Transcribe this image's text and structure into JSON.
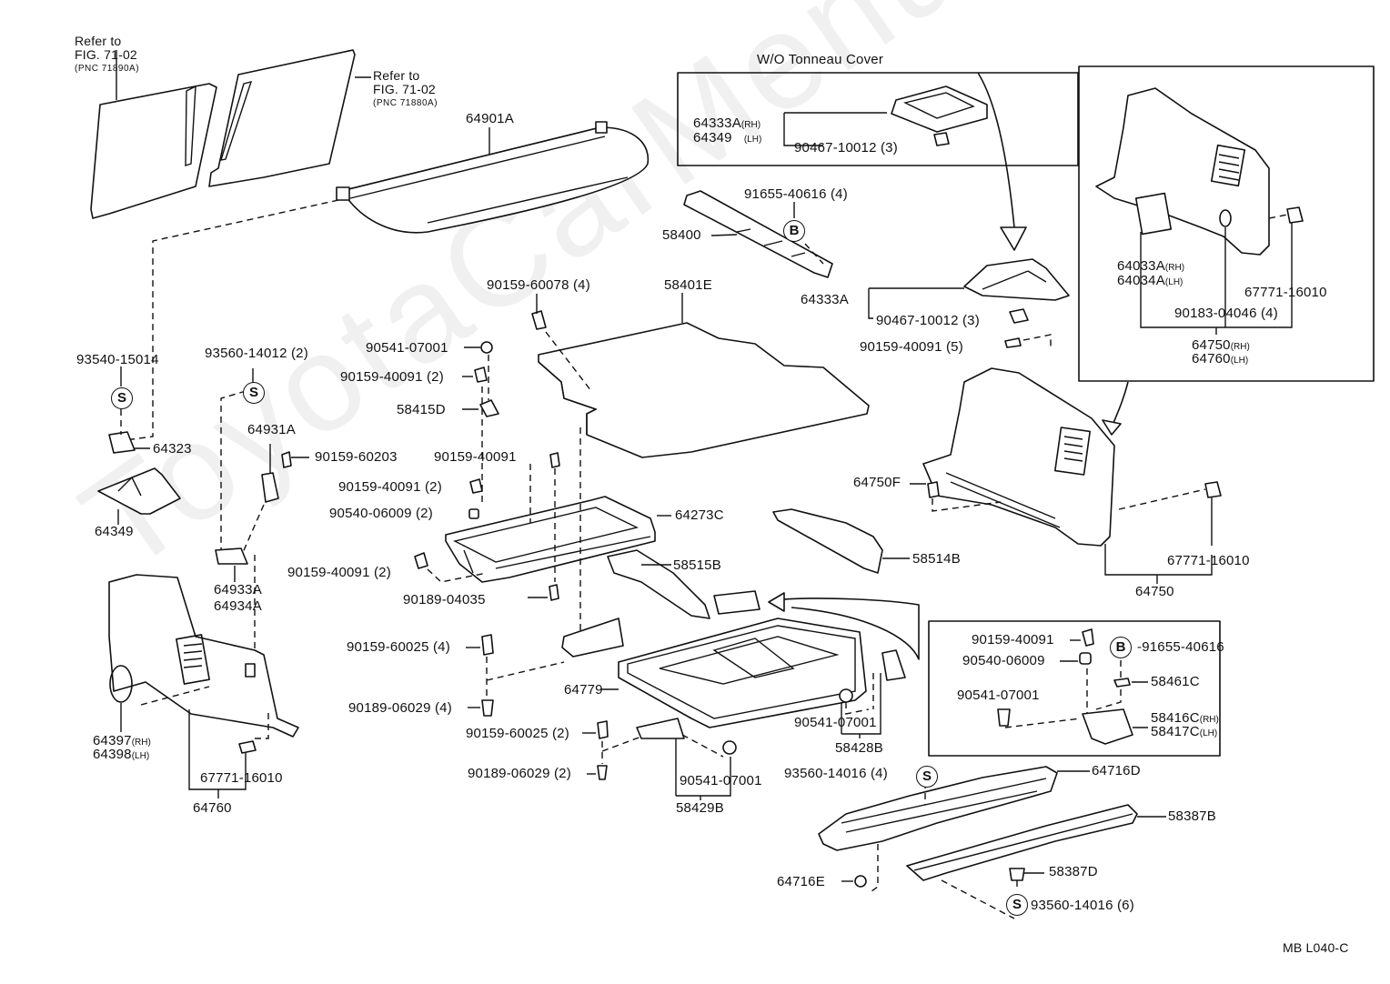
{
  "diagram": {
    "type": "exploded parts diagram",
    "watermark": "ToyotaCarMenu",
    "figure_code": "MB L040-C",
    "inset_boxes": {
      "tonneau": {
        "title": "W/O Tonneau Cover",
        "labels": {
          "a1": "64333A",
          "a1_side": "(RH)",
          "a2": "64349",
          "a2_side": "(LH)",
          "a3": "90467-10012 (3)"
        }
      },
      "side_trim": {
        "labels": {
          "b1": "64033A",
          "b1_side": "(RH)",
          "b2": "64034A",
          "b2_side": "(LH)",
          "b3": "67771-16010",
          "b4": "90183-04046 (4)",
          "b5": "64750",
          "b5_side": "(RH)",
          "b6": "64760",
          "b6_side": "(LH)"
        }
      },
      "bracket": {
        "labels": {
          "c1": "90159-40091",
          "c2": "90540-06009",
          "c3": "91655-40616",
          "c3_symbol": "B",
          "c4": "58461C",
          "c5": "90541-07001",
          "c6": "58416C",
          "c6_side": "(RH)",
          "c7": "58417C",
          "c7_side": "(LH)"
        }
      }
    },
    "notes": {
      "ref1": {
        "line1": "Refer to",
        "line2": "FIG. 71-02",
        "line3": "(PNC 71890A)"
      },
      "ref2": {
        "line1": "Refer to",
        "line2": "FIG. 71-02",
        "line3": "(PNC 71880A)"
      }
    },
    "symbols": {
      "s": "S",
      "b": "B"
    },
    "parts": {
      "p64901A": "64901A",
      "p91655_40616_4": "91655-40616 (4)",
      "p58400": "58400",
      "p58401E": "58401E",
      "p90159_60078_4": "90159-60078 (4)",
      "p64333A": "64333A",
      "p90467_10012_3": "90467-10012 (3)",
      "p90159_40091_5": "90159-40091 (5)",
      "p93540_15014": "93540-15014",
      "p93560_14012_2": "93560-14012 (2)",
      "p90541_07001_a": "90541-07001",
      "p90159_40091_2a": "90159-40091 (2)",
      "p58415D": "58415D",
      "p64323": "64323",
      "p64931A": "64931A",
      "p90159_60203": "90159-60203",
      "p90159_40091_b": "90159-40091",
      "p90159_40091_2b": "90159-40091 (2)",
      "p90540_06009_2": "90540-06009 (2)",
      "p64273C": "64273C",
      "p64349": "64349",
      "p90159_40091_2c": "90159-40091 (2)",
      "p58515B": "58515B",
      "p58514B": "58514B",
      "p64750F": "64750F",
      "p67771_16010_a": "67771-16010",
      "p64750": "64750",
      "p64933A": "64933A",
      "p64934A": "64934A",
      "p90189_04035": "90189-04035",
      "p90159_60025_4": "90159-60025 (4)",
      "p64779": "64779",
      "p90189_06029_4": "90189-06029 (4)",
      "p90159_60025_2": "90159-60025 (2)",
      "p90189_06029_2": "90189-06029 (2)",
      "p90541_07001_b": "90541-07001",
      "p58429B": "58429B",
      "p90541_07001_c": "90541-07001",
      "p58428B": "58428B",
      "p64397": "64397",
      "p64397_side": "(RH)",
      "p64398": "64398",
      "p64398_side": "(LH)",
      "p67771_16010_b": "67771-16010",
      "p64760": "64760",
      "p93560_14016_4": "93560-14016 (4)",
      "p64716D": "64716D",
      "p58387B": "58387B",
      "p64716E": "64716E",
      "p58387D": "58387D",
      "p93560_14016_6": "93560-14016 (6)"
    }
  }
}
